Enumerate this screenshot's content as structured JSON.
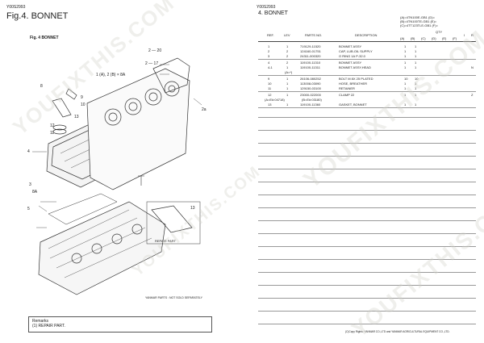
{
  "left": {
    "doc_id": "Y00S2993",
    "fig_title": "Fig.4.  BONNET",
    "fig_subtitle": "Fig.  4   BONNET",
    "callouts": {
      "c1": "1 (A), 2 (B) × 8A",
      "c2_20": "2 — 20",
      "c2_17": "2 — 17",
      "c2_2a": "2a",
      "c4": "4",
      "c5": "5",
      "c8": "8",
      "c9": "9",
      "c10": "10",
      "c13": "13",
      "c12": "12",
      "c11": "11",
      "c3": "3",
      "c8a": "8A",
      "c13b": "13",
      "repair_part": "REPAIR PART"
    },
    "not_sold": "YANMAR PARTS : NOT SOLD SEPARATELY",
    "remarks_title": "Remarks",
    "remarks_item": "(1) REPAIR PART."
  },
  "right": {
    "doc_id": "Y00S2993",
    "title": "4.  BONNET",
    "variants": [
      "(A)=4TN100E-GB1    (D)=",
      "(B)=4TN100TE-GB1    (E)=",
      "(C)=4TT123TLE-GB1    (F)="
    ],
    "headers": {
      "ref": "REF.",
      "lev": "LEV",
      "parts_no": "PARTS NO.",
      "description": "DESCRIPTION",
      "qty": "QTY",
      "a": "(A)",
      "b": "(B)",
      "c": "(C)",
      "d": "(D)",
      "e": "(E)",
      "f": "(F)",
      "i": "I",
      "r": "R"
    },
    "rows": [
      {
        "ref": "1",
        "lev": "1",
        "parts_no": "719129-11520",
        "desc": "BONNET ASSY",
        "a": "1",
        "b": "1",
        "r": ""
      },
      {
        "ref": "2",
        "lev": "2",
        "parts_no": "124160-01751",
        "desc": "CAP, LUB.OIL SUPPLY",
        "a": "1",
        "b": "1",
        "r": ""
      },
      {
        "ref": "3",
        "lev": "2",
        "parts_no": "24311-000320",
        "desc": "O RING 1A P-32.0",
        "a": "1",
        "b": "1",
        "r": ""
      },
      {
        "ref": "4",
        "lev": "2",
        "parts_no": "119100-11310",
        "desc": "BONNET ASSY",
        "a": "1",
        "b": "1",
        "r": ""
      },
      {
        "ref": "4-1",
        "lev": "1",
        "parts_no": "119100-11311",
        "desc": "BONNET ASSY,HEAD",
        "a": "1",
        "b": "1",
        "r": "N"
      },
      {
        "ref": "",
        "lev": "(A=*)",
        "parts_no": "",
        "desc": "",
        "a": "",
        "b": "",
        "r": ""
      },
      {
        "ref": "9",
        "lev": "1",
        "parts_no": "26106-080252",
        "desc": "BOLT M 8X 25 PLATED",
        "a": "10",
        "b": "10",
        "r": ""
      },
      {
        "ref": "10",
        "lev": "1",
        "parts_no": "113008-03090",
        "desc": "HOSE, BREATHER",
        "a": "1",
        "b": "1",
        "r": ""
      },
      {
        "ref": "11",
        "lev": "1",
        "parts_no": "129150-03100",
        "desc": "RETAINER",
        "a": "1",
        "b": "1",
        "r": ""
      },
      {
        "ref": "12",
        "lev": "1",
        "parts_no": "23000-022000",
        "desc": "CLAMP 22",
        "a": "1",
        "b": "1",
        "r": "Z"
      },
      {
        "ref": "",
        "lev": "(A=E#:04718)",
        "parts_no": "(B=E#:03180)",
        "desc": "",
        "a": "",
        "b": "",
        "r": ""
      },
      {
        "ref": "13",
        "lev": "1",
        "parts_no": "119100-11360",
        "desc": "GASKET, BONNET",
        "a": "1",
        "b": "1",
        "r": ""
      }
    ],
    "copyright": "(C)Copy Rights: YANMAR CO.,LTD and YANMAR AGRICULTURAL EQUIPMENT CO.,LTD."
  },
  "watermark": "YOUFIXTHIS.COM"
}
